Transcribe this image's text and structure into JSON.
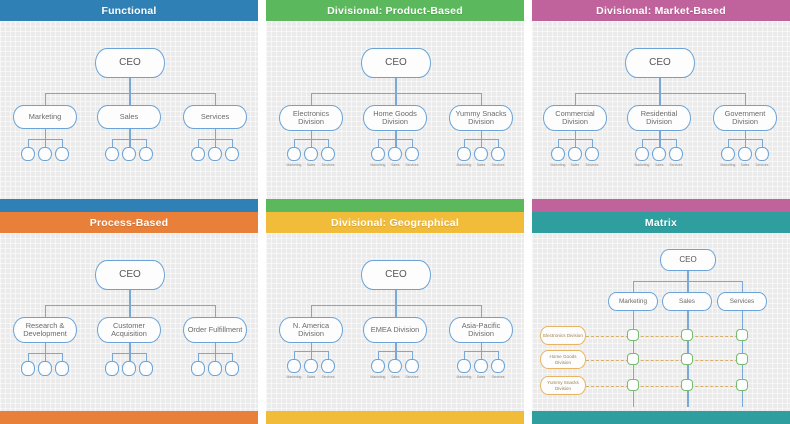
{
  "panels": [
    {
      "id": "functional",
      "title": "Functional",
      "color": "#2e80b5",
      "root": "CEO",
      "mid": [
        "Marketing",
        "Sales",
        "Services"
      ],
      "leaves": [],
      "leaves_per_mid": 3,
      "layout": "tree"
    },
    {
      "id": "divisional-product-based",
      "title": "Divisional: Product-Based",
      "color": "#5cb85c",
      "root": "CEO",
      "mid": [
        "Electronics Division",
        "Home Goods Division",
        "Yummy Snacks Division"
      ],
      "leaves": [
        "Marketing",
        "Sales",
        "Services"
      ],
      "leaves_per_mid": 3,
      "layout": "tree"
    },
    {
      "id": "divisional-market-based",
      "title": "Divisional: Market-Based",
      "color": "#c0629b",
      "root": "CEO",
      "mid": [
        "Commercial Division",
        "Residential Division",
        "Government Division"
      ],
      "leaves": [
        "Marketing",
        "Sales",
        "Services"
      ],
      "leaves_per_mid": 3,
      "layout": "tree"
    },
    {
      "id": "process-based",
      "title": "Process-Based",
      "color": "#e8803a",
      "root": "CEO",
      "mid": [
        "Research & Development",
        "Customer Acquisition",
        "Order Fulfillment"
      ],
      "leaves": [],
      "leaves_per_mid": 3,
      "layout": "tree"
    },
    {
      "id": "divisional-geographical",
      "title": "Divisional: Geographical",
      "color": "#f2bc3b",
      "root": "CEO",
      "mid": [
        "N. America Division",
        "EMEA Division",
        "Asia-Pacific Division"
      ],
      "leaves": [
        "Marketing",
        "Sales",
        "Services"
      ],
      "leaves_per_mid": 3,
      "layout": "tree"
    },
    {
      "id": "matrix",
      "title": "Matrix",
      "color": "#2e9e9e",
      "root": "CEO",
      "mid": [
        "Marketing",
        "Sales",
        "Services"
      ],
      "rows": [
        "Electronics Division",
        "Home Goods Division",
        "Yummy Snacks Division"
      ],
      "leaves": [],
      "leaves_per_mid": 0,
      "layout": "matrix"
    }
  ],
  "colors": {
    "node_border": "#6ba3d6",
    "node_fill": "#fdfdfd",
    "connector": "#7aa9d8",
    "division_border": "#e8b463",
    "intersection_border": "#76bb6e",
    "canvas": "#ebebeb"
  }
}
